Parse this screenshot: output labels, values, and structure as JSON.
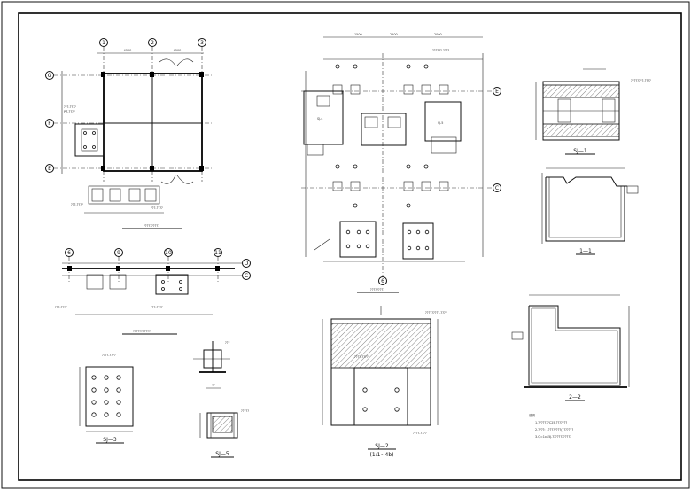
{
  "views": {
    "section_1_1": "1—1",
    "section_2_2": "2—2",
    "sj1": "SJ—1",
    "sj2": "SJ—2",
    "sj3": "SJ—3",
    "sj4": "SJ—4",
    "sj5": "SJ—5",
    "sj2_sub": "(1:1~4b)"
  },
  "axes": {
    "top_left": [
      "1",
      "2",
      "3"
    ],
    "left_side": [
      "G",
      "F",
      "E"
    ],
    "middle_row": [
      "6",
      "9",
      "10",
      "11"
    ],
    "middle_right": [
      "D",
      "C"
    ],
    "plan_right": [
      "E",
      "C"
    ],
    "plan_bottom": "6"
  },
  "notes": {
    "label": "说明",
    "line1": "1.???????C25,???????",
    "line2": "2.????: 1????????(???????",
    "line3": "3.Q=1x15J-????????????"
  }
}
